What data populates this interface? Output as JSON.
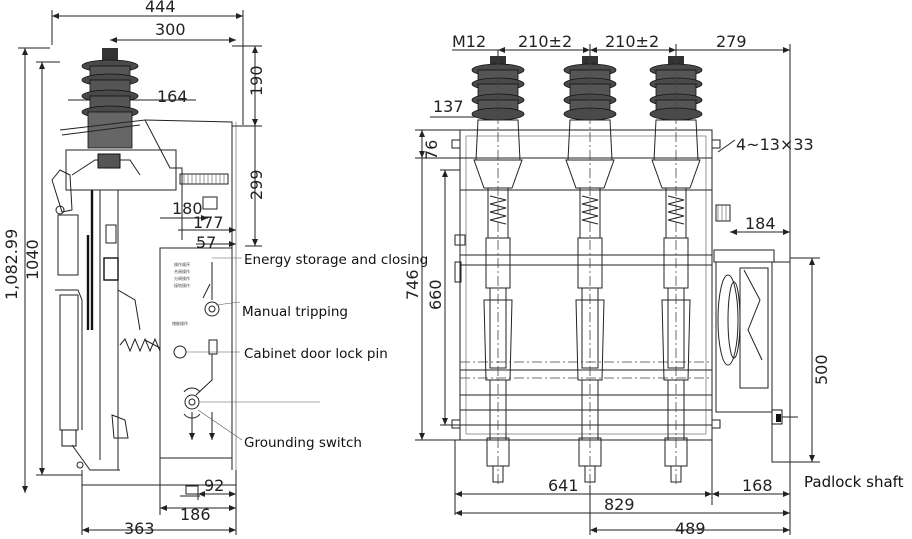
{
  "side_view": {
    "dims": {
      "total_width": "444",
      "upper_width": "300",
      "insulator_offset": "164",
      "top_height": "190",
      "upper_height": "299",
      "panel_180": "180",
      "panel_177": "177",
      "panel_57": "57",
      "overall_height": "1,082.99",
      "body_height": "1040",
      "bottom_92": "92",
      "bottom_186": "186",
      "bottom_363": "363"
    },
    "panel_text": [
      "操作顺序",
      "合闸操作",
      "分闸操作",
      "接地操作",
      "储能操作"
    ],
    "callouts": {
      "energy_storage": "Energy storage and closing",
      "manual_tripping": "Manual tripping",
      "door_lock": "Cabinet door lock pin",
      "grounding": "Grounding switch"
    }
  },
  "front_view": {
    "dims": {
      "bolt": "M12",
      "pitch_1": "210±2",
      "pitch_2": "210±2",
      "right_279": "279",
      "left_137": "137",
      "top_76": "76",
      "holes": "4~13×33",
      "right_184": "184",
      "height_746": "746",
      "height_660": "660",
      "height_500": "500",
      "bottom_641": "641",
      "bottom_168": "168",
      "bottom_829": "829",
      "bottom_489": "489"
    },
    "callouts": {
      "padlock": "Padlock shaft"
    }
  }
}
